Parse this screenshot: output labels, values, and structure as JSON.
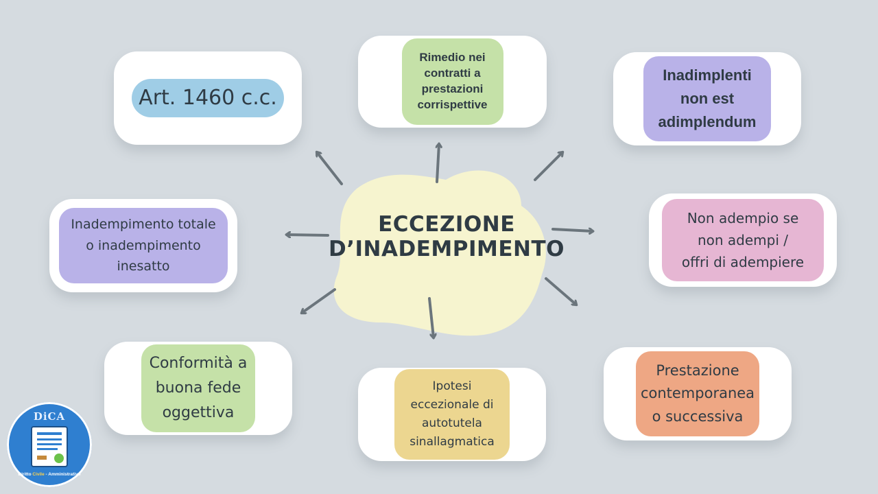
{
  "center": {
    "line1": "ECCEZIONE",
    "line2": "D’INADEMPIMENTO"
  },
  "nodes": {
    "art": "Art. 1460 c.c.",
    "rimedio": [
      "Rimedio nei",
      "contratti a",
      "prestazioni",
      "corrispettive"
    ],
    "inadimplenti": [
      "Inadimplenti",
      "non est",
      "adimplendum"
    ],
    "inadempimento": [
      "Inadempimento totale",
      "o inadempimento",
      "inesatto"
    ],
    "non_adempio": [
      "Non adempio se",
      "non adempi /",
      "offri di adempiere"
    ],
    "conformita": [
      "Conformità a",
      "buona fede",
      "oggettiva"
    ],
    "ipotesi": [
      "Ipotesi",
      "eccezionale di",
      "autotutela",
      "sinallagmatica"
    ],
    "prestazione": [
      "Prestazione",
      "contemporanea",
      "o successiva"
    ]
  },
  "colors": {
    "background": "#d5dbe0",
    "center_blob": "#f6f4cf",
    "arrow": "#6b757c",
    "blue": "#9fcde6",
    "green": "#c5e1a8",
    "purple": "#b9b2e8",
    "pink": "#e6b6d3",
    "yellow": "#ecd690",
    "orange": "#eea784",
    "logo": "#2f7fd0"
  },
  "logo": {
    "title": "DiCA",
    "caption_part1": "Diritto",
    "caption_part2": "Civile",
    "caption_part3": " - Amministrativo"
  }
}
